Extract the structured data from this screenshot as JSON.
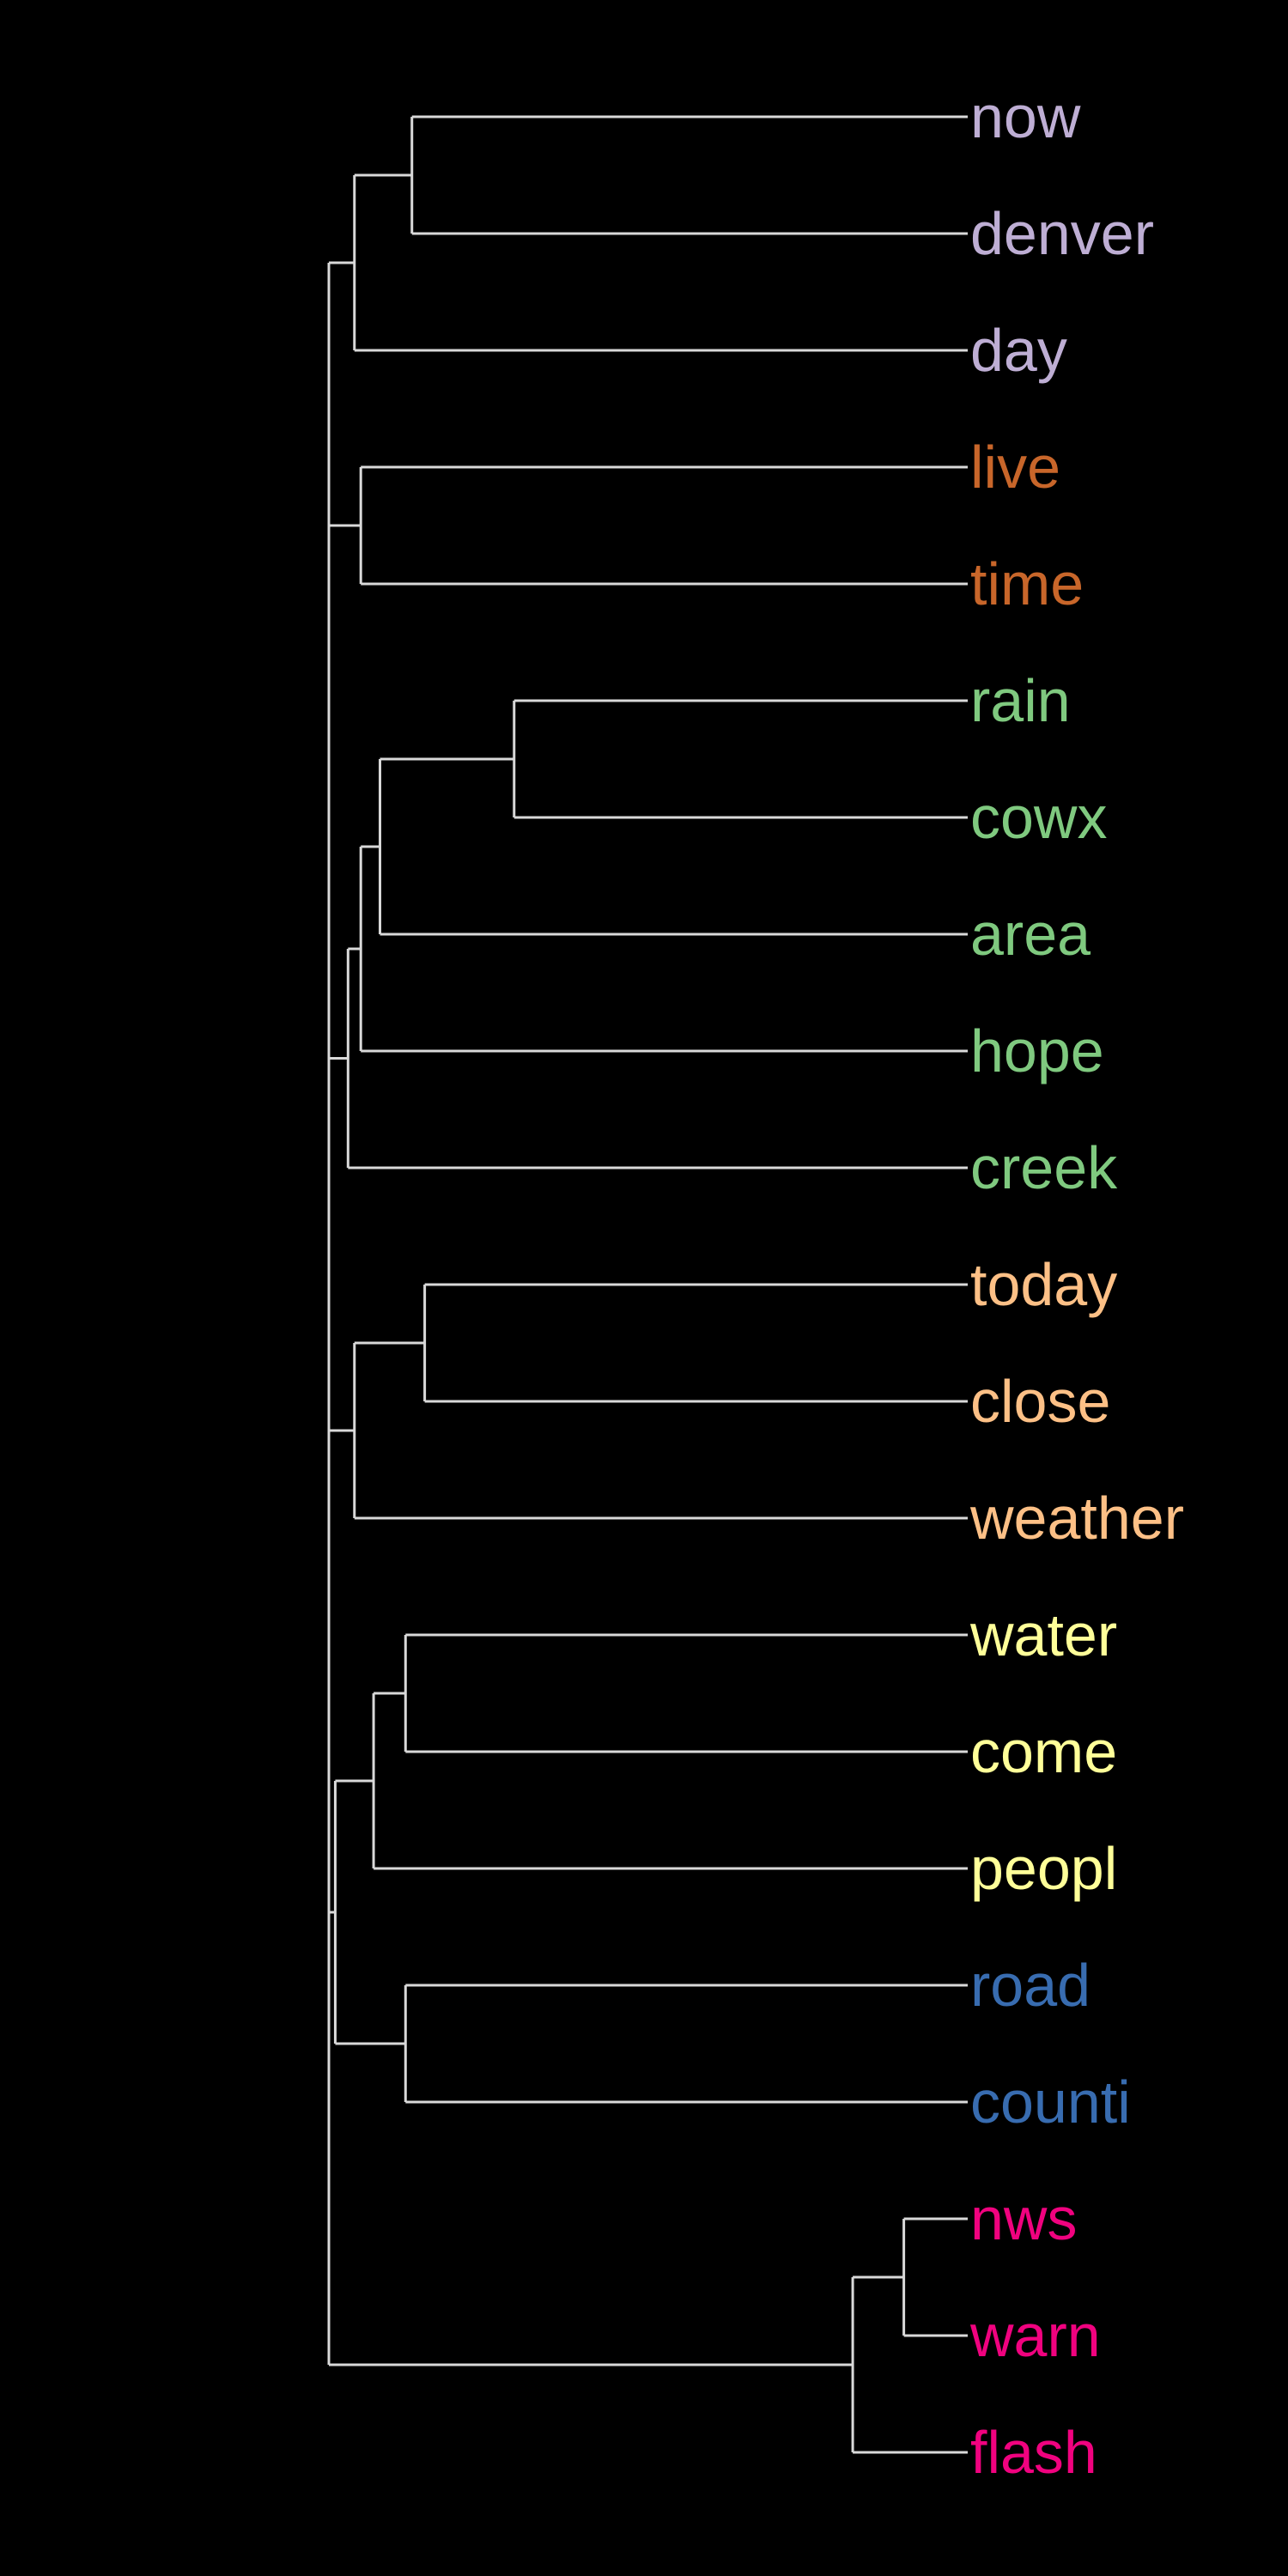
{
  "diagram": {
    "type": "dendrogram",
    "orientation": "root-left",
    "background_color": "#000000",
    "line_color": "#d9d9d9",
    "leaves": [
      {
        "label": "now",
        "color": "#beaed4"
      },
      {
        "label": "denver",
        "color": "#beaed4"
      },
      {
        "label": "day",
        "color": "#beaed4"
      },
      {
        "label": "live",
        "color": "#c8662a"
      },
      {
        "label": "time",
        "color": "#c8662a"
      },
      {
        "label": "rain",
        "color": "#7fc97f"
      },
      {
        "label": "cowx",
        "color": "#7fc97f"
      },
      {
        "label": "area",
        "color": "#7fc97f"
      },
      {
        "label": "hope",
        "color": "#7fc97f"
      },
      {
        "label": "creek",
        "color": "#7fc97f"
      },
      {
        "label": "today",
        "color": "#fdc086"
      },
      {
        "label": "close",
        "color": "#fdc086"
      },
      {
        "label": "weather",
        "color": "#fdc086"
      },
      {
        "label": "water",
        "color": "#ffff99"
      },
      {
        "label": "come",
        "color": "#ffff99"
      },
      {
        "label": "peopl",
        "color": "#ffff99"
      },
      {
        "label": "road",
        "color": "#386cb0"
      },
      {
        "label": "counti",
        "color": "#386cb0"
      },
      {
        "label": "nws",
        "color": "#f0027f"
      },
      {
        "label": "warn",
        "color": "#f0027f"
      },
      {
        "label": "flash",
        "color": "#f0027f"
      }
    ],
    "tree": {
      "h": 0.0,
      "children": [
        {
          "h": 0.0,
          "children": [
            {
              "h": 0.0,
              "children": [
                {
                  "h": 0.0,
                  "children": [
                    {
                      "h": 0.04,
                      "children": [
                        {
                          "h": 0.13,
                          "children": [
                            {
                              "leaf": 0
                            },
                            {
                              "leaf": 1
                            }
                          ]
                        },
                        {
                          "leaf": 2
                        }
                      ]
                    },
                    {
                      "h": 0.05,
                      "children": [
                        {
                          "leaf": 3
                        },
                        {
                          "leaf": 4
                        }
                      ]
                    }
                  ]
                },
                {
                  "h": 0.03,
                  "children": [
                    {
                      "h": 0.05,
                      "children": [
                        {
                          "h": 0.08,
                          "children": [
                            {
                              "h": 0.29,
                              "children": [
                                {
                                  "leaf": 5
                                },
                                {
                                  "leaf": 6
                                }
                              ]
                            },
                            {
                              "leaf": 7
                            }
                          ]
                        },
                        {
                          "leaf": 8
                        }
                      ]
                    },
                    {
                      "leaf": 9
                    }
                  ]
                }
              ]
            },
            {
              "h": 0.04,
              "children": [
                {
                  "h": 0.15,
                  "children": [
                    {
                      "leaf": 10
                    },
                    {
                      "leaf": 11
                    }
                  ]
                },
                {
                  "leaf": 12
                }
              ]
            }
          ]
        },
        {
          "h": 0.0,
          "children": [
            {
              "h": 0.01,
              "children": [
                {
                  "h": 0.07,
                  "children": [
                    {
                      "h": 0.12,
                      "children": [
                        {
                          "leaf": 13
                        },
                        {
                          "leaf": 14
                        }
                      ]
                    },
                    {
                      "leaf": 15
                    }
                  ]
                },
                {
                  "h": 0.12,
                  "children": [
                    {
                      "leaf": 16
                    },
                    {
                      "leaf": 17
                    }
                  ]
                }
              ]
            },
            {
              "h": 0.82,
              "children": [
                {
                  "h": 0.9,
                  "children": [
                    {
                      "leaf": 18
                    },
                    {
                      "leaf": 19
                    }
                  ]
                },
                {
                  "leaf": 20
                }
              ]
            }
          ]
        }
      ]
    }
  }
}
